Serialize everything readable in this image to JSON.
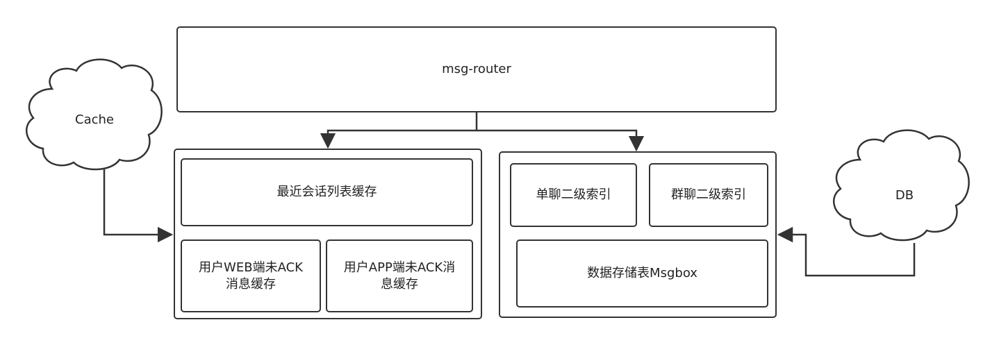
{
  "router": {
    "label": "msg-router"
  },
  "cache": {
    "label": "Cache"
  },
  "db": {
    "label": "DB"
  },
  "cache_module": {
    "recent_sessions": "最近会话列表缓存",
    "web_ack": "用户WEB端未ACK\n消息缓存",
    "app_ack": "用户APP端未ACK消\n息缓存"
  },
  "storage_module": {
    "single_index": "单聊二级索引",
    "group_index": "群聊二级索引",
    "msgbox": "数据存储表Msgbox"
  },
  "colors": {
    "stroke": "#333333",
    "fill": "#ffffff",
    "text": "#222222"
  }
}
